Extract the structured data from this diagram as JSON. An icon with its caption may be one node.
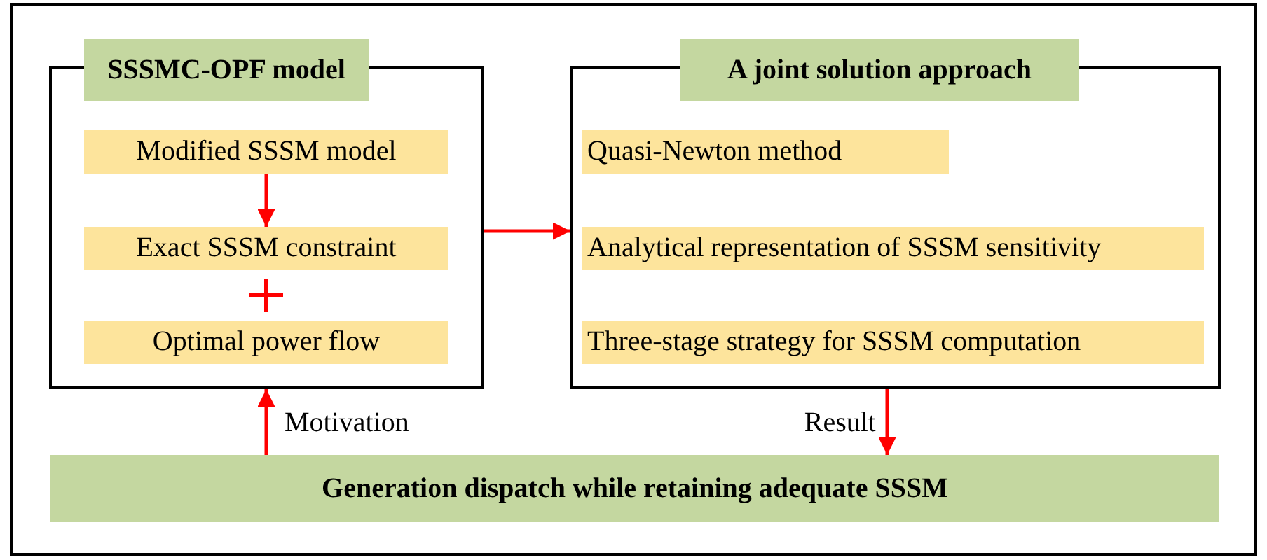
{
  "diagram": {
    "nodes": [
      {
        "text": [
          "SSSMC-OPF model"
        ]
      },
      {
        "text": [
          "Modified SSSM model"
        ],
        "in": 0
      },
      {
        "text": [
          "Exact SSSM constraint"
        ],
        "in": 0
      },
      {
        "text": [
          "Optimal power flow"
        ],
        "in": 0
      },
      {
        "text": [
          "A joint solution approach"
        ]
      },
      {
        "text": [
          "Quasi-Newton method"
        ],
        "in": 4
      },
      {
        "text": [
          "Analytical representation of SSSM sensitivity"
        ],
        "in": 4
      },
      {
        "text": [
          "Three-stage strategy for SSSM computation"
        ],
        "in": 4
      },
      {
        "text": [
          "Generation dispatch while retaining adequate SSSM"
        ]
      }
    ],
    "edges": [
      {
        "from": 1,
        "to": 2,
        "arrow": "to"
      },
      {
        "from": 0,
        "to": 4,
        "arrow": "to"
      },
      {
        "from": 8,
        "to": 0,
        "arrow": "to",
        "label": "Motivation"
      },
      {
        "from": 4,
        "to": 8,
        "arrow": "to",
        "label": "Result"
      }
    ]
  }
}
